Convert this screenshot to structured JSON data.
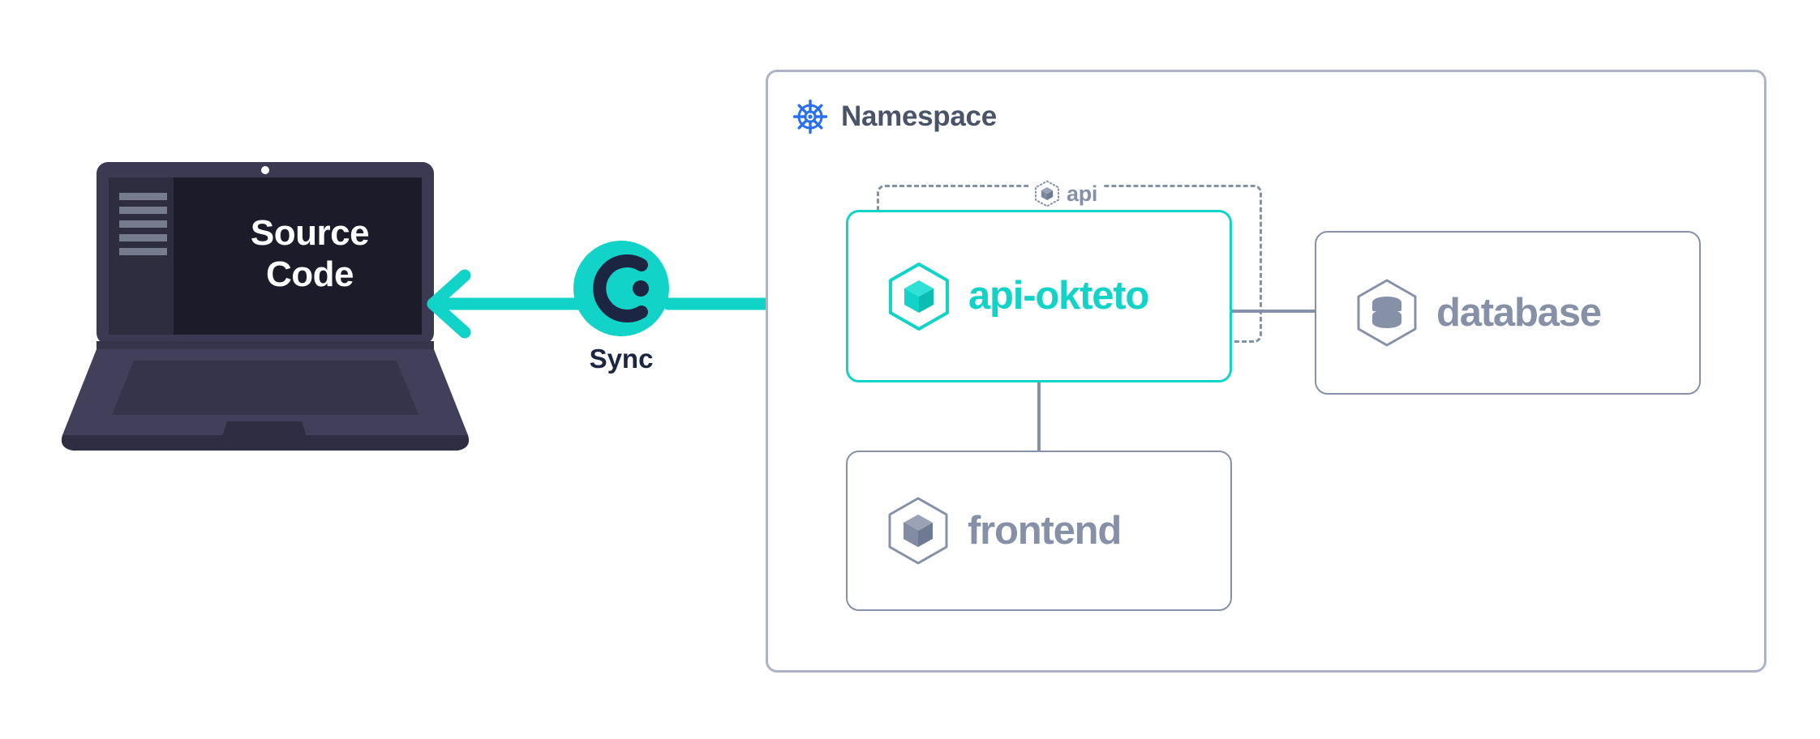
{
  "diagram": {
    "title": "Okteto development sync diagram",
    "background": "#ffffff"
  },
  "laptop": {
    "name": "source-code-laptop",
    "screen_text": "Source\nCode",
    "bezel_color": "#3b3a52",
    "screen_color": "#1c1b29",
    "sidebar_color": "#2e2d3f",
    "sidebar_bar_color": "#767b8e",
    "sidebar_bar_count": 5,
    "webcam_color": "#ffffff"
  },
  "sync": {
    "name": "okteto-sync-badge",
    "label": "Sync",
    "badge_color": "#12d3c8",
    "glyph_color": "#1c2541",
    "label_color": "#1c2541",
    "icon": "okteto-logo-icon"
  },
  "arrows": {
    "color": "#12d3c8",
    "left": {
      "name": "arrow-left-to-laptop",
      "direction": "left",
      "from": "sync",
      "to": "laptop"
    },
    "right": {
      "name": "arrow-right-to-namespace",
      "direction": "right",
      "from": "sync",
      "to": "api-okteto"
    }
  },
  "namespace": {
    "name": "namespace-container",
    "title": "Namespace",
    "icon": "kubernetes-helm-icon",
    "icon_color": "#2a6ff0",
    "title_color": "#4a5468",
    "border_color": "#aeb4c6"
  },
  "api_group": {
    "name": "api-group-dashed",
    "label": "api",
    "icon": "dotted-hexagon-cube-icon",
    "border_color": "#8691a8",
    "label_color": "#8691a8",
    "style": "dashed"
  },
  "services": [
    {
      "name": "service-api-okteto",
      "label": "api-okteto",
      "icon": "hexagon-cube-icon",
      "color": "#12d3c8",
      "state": "active-dev-mode"
    },
    {
      "name": "service-database",
      "label": "database",
      "icon": "hexagon-database-icon",
      "color": "#8691a8",
      "state": "idle"
    },
    {
      "name": "service-frontend",
      "label": "frontend",
      "icon": "hexagon-cube-icon",
      "color": "#8691a8",
      "state": "idle"
    }
  ],
  "connectors": [
    {
      "name": "connector-api-to-database",
      "from": "api-okteto",
      "to": "database",
      "color": "#8691a8"
    },
    {
      "name": "connector-api-to-frontend",
      "from": "api-okteto",
      "to": "frontend",
      "color": "#8691a8"
    }
  ]
}
